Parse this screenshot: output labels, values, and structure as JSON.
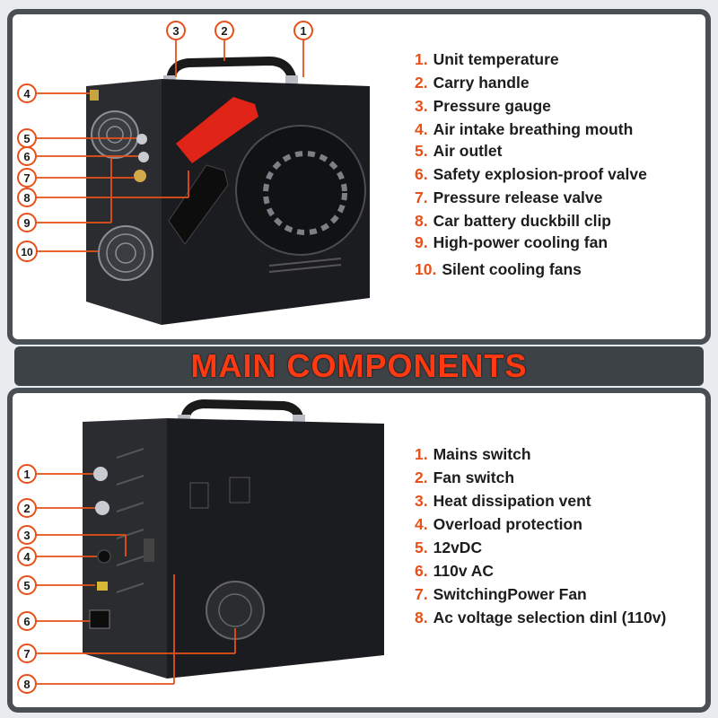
{
  "banner": {
    "title": "MAIN COMPONENTS"
  },
  "top": {
    "markers": [
      "1",
      "2",
      "3",
      "4",
      "5",
      "6",
      "7",
      "8",
      "9",
      "10"
    ],
    "legend": [
      {
        "num": "1.",
        "label": "Unit temperature"
      },
      {
        "num": "2.",
        "label": "Carry handle"
      },
      {
        "num": "3.",
        "label": "Pressure gauge"
      },
      {
        "num": "4.",
        "label": "Air intake breathing mouth"
      },
      {
        "num": "5.",
        "label": "Air outlet"
      },
      {
        "num": "6.",
        "label": "Safety explosion-proof valve"
      },
      {
        "num": "7.",
        "label": "Pressure release valve"
      },
      {
        "num": "8.",
        "label": "Car battery duckbill clip"
      },
      {
        "num": "9.",
        "label": "High-power cooling fan"
      },
      {
        "num": "10.",
        "label": "Silent cooling fans"
      }
    ]
  },
  "bottom": {
    "markers": [
      "1",
      "2",
      "3",
      "4",
      "5",
      "6",
      "7",
      "8"
    ],
    "legend": [
      {
        "num": "1.",
        "label": "Mains switch"
      },
      {
        "num": "2.",
        "label": "Fan switch"
      },
      {
        "num": "3.",
        "label": "Heat dissipation vent"
      },
      {
        "num": "4.",
        "label": "Overload protection"
      },
      {
        "num": "5.",
        "label": "12vDC"
      },
      {
        "num": "6.",
        "label": "110v AC"
      },
      {
        "num": "7.",
        "label": "SwitchingPower Fan"
      },
      {
        "num": "8.",
        "label": "Ac voltage selection dinl (110v)"
      }
    ]
  },
  "colors": {
    "accent": "#e8501a",
    "banner_text": "#ff3a12",
    "frame": "#4a4f55",
    "device_body": "#1b1c1f"
  }
}
